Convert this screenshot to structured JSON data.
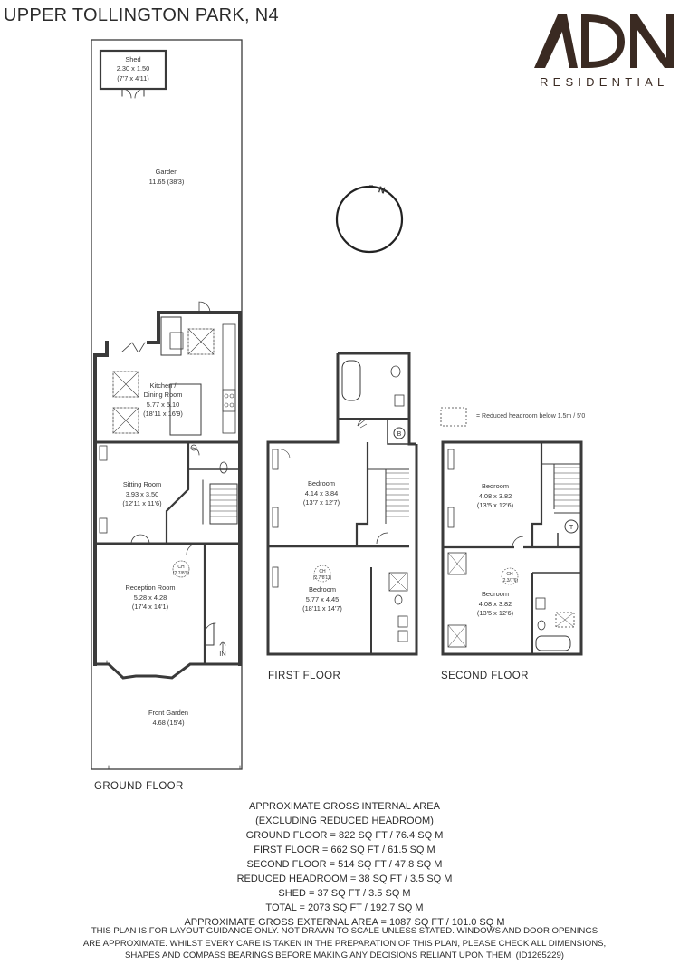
{
  "title": "UPPER TOLLINGTON PARK, N4",
  "logo": {
    "letters": "ADN",
    "subtitle": "RESIDENTIAL",
    "color": "#3a2a22"
  },
  "compass": {
    "label": "N"
  },
  "legend": {
    "text": "= Reduced headroom below 1.5m / 5'0"
  },
  "floors": {
    "ground": {
      "label": "GROUND FLOOR",
      "rooms": [
        {
          "name": "Shed",
          "dim": "2.30 x 1.50",
          "imp": "(7'7 x 4'11)"
        },
        {
          "name": "Garden",
          "dim": "11.65 (38'3)"
        },
        {
          "name": "Kitchen /",
          "name2": "Dining Room",
          "dim": "5.77 x 5.10",
          "imp": "(18'11 x 16'9)"
        },
        {
          "name": "Sitting Room",
          "dim": "3.93 x 3.50",
          "imp": "(12'11 x 11'6)"
        },
        {
          "name": "Reception Room",
          "dim": "5.28 x 4.28",
          "imp": "(17'4 x 14'1)",
          "ch": "CH",
          "ch_height": "(2.7/8'9)"
        },
        {
          "name": "Front Garden",
          "dim": "4.68 (15'4)"
        }
      ],
      "entrance": "IN"
    },
    "first": {
      "label": "FIRST FLOOR",
      "rooms": [
        {
          "name": "Bedroom",
          "dim": "4.14 x 3.84",
          "imp": "(13'7 x 12'7)"
        },
        {
          "name": "Bedroom",
          "dim": "5.77 x 4.45",
          "imp": "(18'11 x 14'7)",
          "ch": "CH",
          "ch_height": "(2.7/8'11)"
        }
      ],
      "boiler": "B"
    },
    "second": {
      "label": "SECOND FLOOR",
      "rooms": [
        {
          "name": "Bedroom",
          "dim": "4.08 x 3.82",
          "imp": "(13'5 x 12'6)"
        },
        {
          "name": "Bedroom",
          "dim": "4.08 x 3.82",
          "imp": "(13'5 x 12'6)",
          "ch": "CH",
          "ch_height": "(2.3/7'6)"
        }
      ],
      "tank": "T"
    }
  },
  "areas": {
    "heading": "APPROXIMATE GROSS INTERNAL AREA",
    "subheading": "(EXCLUDING REDUCED HEADROOM)",
    "lines": [
      "GROUND FLOOR = 822 SQ FT / 76.4 SQ M",
      "FIRST FLOOR = 662 SQ FT / 61.5 SQ M",
      "SECOND FLOOR = 514 SQ FT / 47.8 SQ M",
      "REDUCED HEADROOM = 38 SQ FT / 3.5 SQ M",
      "SHED = 37 SQ FT / 3.5 SQ M",
      "TOTAL = 2073 SQ FT / 192.7 SQ M",
      "APPROXIMATE GROSS EXTERNAL AREA = 1087 SQ FT / 101.0 SQ M"
    ]
  },
  "disclaimer": [
    "THIS PLAN IS FOR LAYOUT GUIDANCE ONLY. NOT DRAWN TO SCALE UNLESS STATED. WINDOWS AND DOOR OPENINGS",
    "ARE APPROXIMATE. WHILST EVERY CARE IS TAKEN IN THE PREPARATION OF THIS PLAN, PLEASE CHECK ALL DIMENSIONS,",
    "SHAPES AND COMPASS BEARINGS BEFORE MAKING ANY DECISIONS RELIANT UPON THEM. (ID1265229)"
  ]
}
